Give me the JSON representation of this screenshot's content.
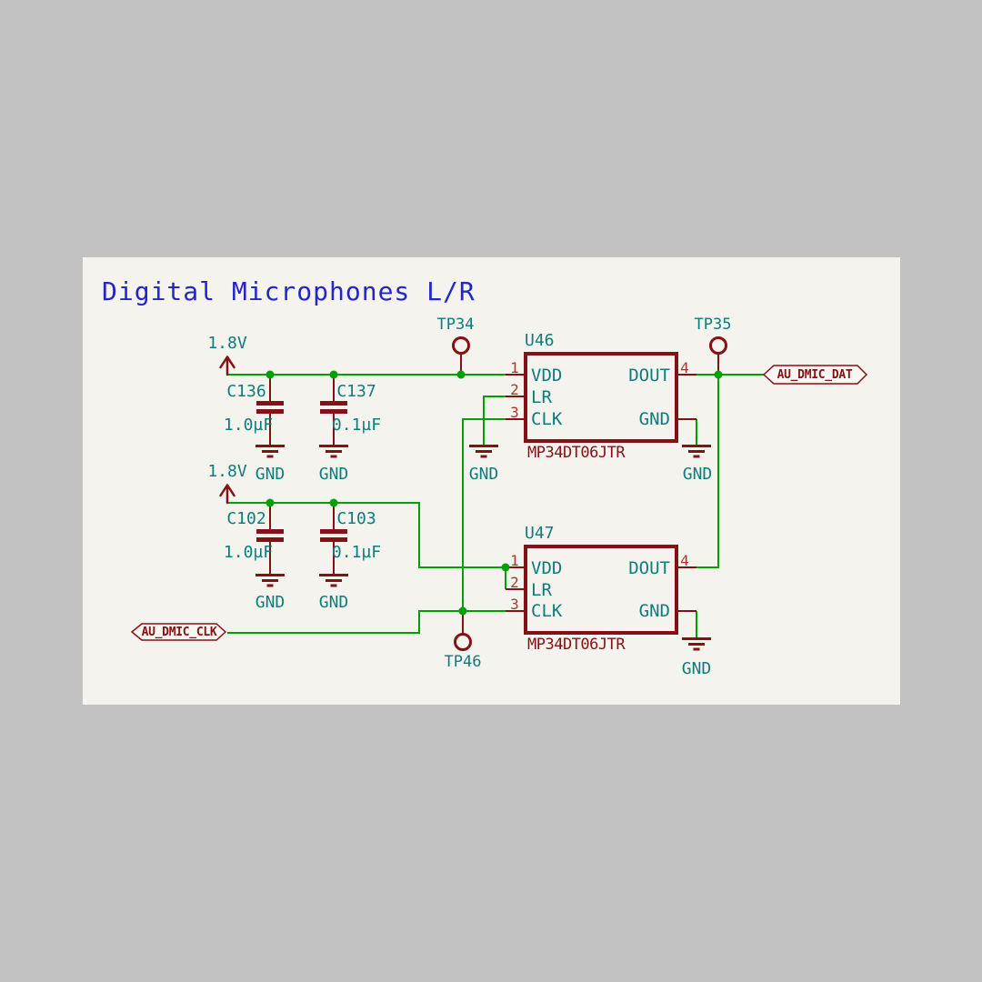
{
  "sheet": {
    "title": "Digital Microphones L/R"
  },
  "nets": {
    "power_rail": "1.8V",
    "ground": "GND",
    "dmic_data": "AU_DMIC_DAT",
    "dmic_clock": "AU_DMIC_CLK"
  },
  "testpoints": {
    "tp34": "TP34",
    "tp35": "TP35",
    "tp46": "TP46"
  },
  "capacitors": {
    "c136": {
      "ref": "C136",
      "value": "1.0µF"
    },
    "c137": {
      "ref": "C137",
      "value": "0.1µF"
    },
    "c102": {
      "ref": "C102",
      "value": "1.0µF"
    },
    "c103": {
      "ref": "C103",
      "value": "0.1µF"
    }
  },
  "mics": {
    "u46": {
      "ref": "U46",
      "part": "MP34DT06JTR"
    },
    "u47": {
      "ref": "U47",
      "part": "MP34DT06JTR"
    }
  },
  "pins": {
    "p1": {
      "num": "1",
      "name": "VDD"
    },
    "p2": {
      "num": "2",
      "name": "LR"
    },
    "p3": {
      "num": "3",
      "name": "CLK"
    },
    "p4": {
      "num": "4",
      "name": "DOUT"
    },
    "gnd": {
      "name": "GND"
    }
  },
  "colors": {
    "sheet_bg": "#f5f3ee",
    "canvas_bg": "#c2c2c2",
    "wire_green": "#00a000",
    "symbol_maroon": "#851016",
    "text_teal": "#0e7c7c",
    "title_blue": "#2424c8",
    "pin_number_red": "#a23a2e"
  }
}
